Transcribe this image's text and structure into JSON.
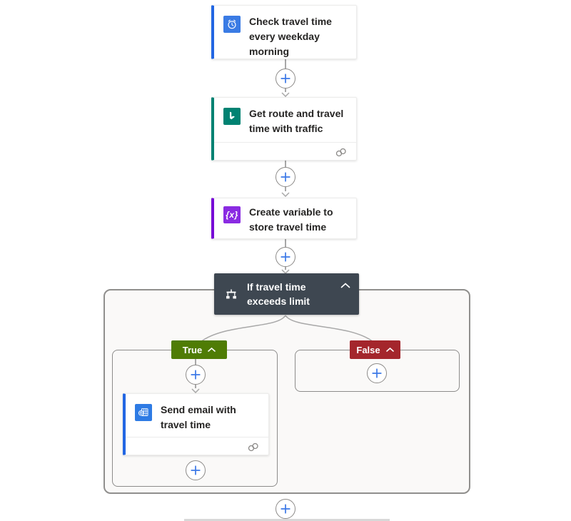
{
  "nodes": {
    "trigger": {
      "title": "Check travel time every weekday morning",
      "icon": "recurrence-clock-icon"
    },
    "route": {
      "title": "Get route and travel time with traffic",
      "icon": "bing-maps-icon",
      "has_connection_badge": true
    },
    "variable": {
      "title": "Create variable to store travel time",
      "icon": "variable-icon",
      "glyph": "{x}"
    },
    "condition": {
      "title": "If travel time exceeds limit",
      "icon": "condition-branch-icon"
    },
    "email": {
      "title": "Send email with travel time",
      "icon": "outlook-icon",
      "has_connection_badge": true
    }
  },
  "branches": {
    "true": {
      "label": "True"
    },
    "false": {
      "label": "False"
    }
  },
  "colors": {
    "accent_blue": "#2266E3",
    "trigger_icon_bg": "#3A7BE4",
    "bing_teal": "#008272",
    "variable_accent": "#770BD6",
    "variable_icon_bg": "#8A2BE2",
    "outlook_icon_bg": "#2E7BE4",
    "condition_bg": "#3E4751",
    "true_green": "#4F7C05",
    "false_red": "#A4262C",
    "connector_gray": "#A8A8A8",
    "plus_blue": "#3B78E7",
    "scope_bg": "#FAF9F8"
  },
  "icons": [
    "recurrence-clock-icon",
    "bing-maps-icon",
    "variable-icon",
    "condition-branch-icon",
    "outlook-icon",
    "connection-icon",
    "plus-icon",
    "chevron-up-icon",
    "arrow-down-icon"
  ]
}
